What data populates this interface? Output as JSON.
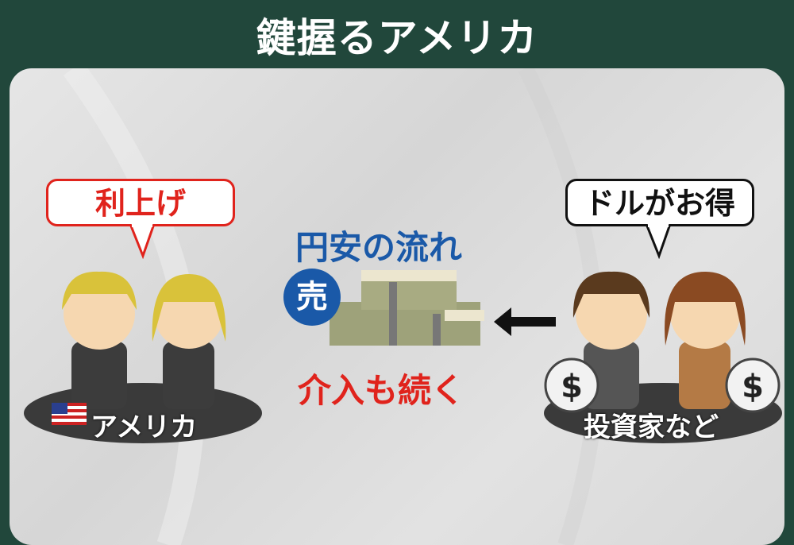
{
  "title": "鍵握るアメリカ",
  "left": {
    "bubble": "利上げ",
    "label": "アメリカ",
    "flag": "us-flag"
  },
  "right": {
    "bubble": "ドルがお得",
    "label": "投資家など"
  },
  "center": {
    "top_text": "円安の流れ",
    "sell_badge": "売",
    "bottom_text": "介入も続く"
  },
  "colors": {
    "header": "#21473b",
    "red": "#e0231c",
    "blue": "#1a59a8"
  }
}
